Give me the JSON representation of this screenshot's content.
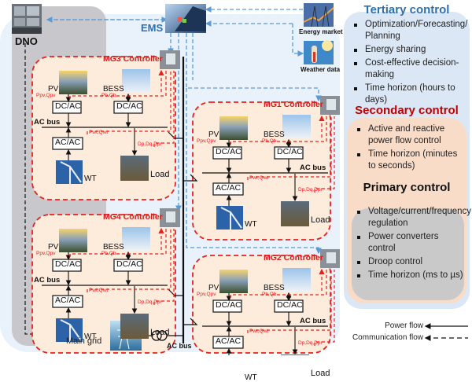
{
  "diagram": {
    "nodes": {
      "dno": "DNO",
      "ems": "EMS",
      "energy_market": "Energy market",
      "weather_data": "Weather data",
      "main_grid": "Main grid",
      "main_ac_bus": "AC bus"
    },
    "microgrids": [
      {
        "id": "mg3",
        "controller": "MG3 Controller",
        "pv": "PV",
        "bess": "BESS",
        "wt": "WT",
        "load": "Load",
        "dcac_pv": "DC/AC",
        "dcac_bess": "DC/AC",
        "acac": "AC/AC",
        "bus": "AC bus",
        "sig_pv": "Ppv,Qpv",
        "sig_bess": "Pb,Qb",
        "sig_wt": "Pwt,Qwt",
        "sig_load": "Dp,Dq,Dpr"
      },
      {
        "id": "mg4",
        "controller": "MG4 Controller",
        "pv": "PV",
        "bess": "BESS",
        "wt": "WT",
        "load": "Load",
        "dcac_pv": "DC/AC",
        "dcac_bess": "DC/AC",
        "acac": "AC/AC",
        "bus": "AC bus",
        "sig_pv": "Ppv,Qpv",
        "sig_bess": "Pb,Qb",
        "sig_wt": "Pwt,Qwt",
        "sig_load": "Dp,Dq,Dpr"
      },
      {
        "id": "mg1",
        "controller": "MG1 Controller",
        "pv": "PV",
        "bess": "BESS",
        "wt": "WT",
        "load": "Load",
        "dcac_pv": "DC/AC",
        "dcac_bess": "DC/AC",
        "acac": "AC/AC",
        "bus": "AC bus",
        "sig_pv": "Ppv,Qpv",
        "sig_bess": "Pb,Qb",
        "sig_wt": "Pwt,Qwt",
        "sig_load": "Dp,Dq,Dpr"
      },
      {
        "id": "mg2",
        "controller": "MG2 Controller",
        "pv": "PV",
        "bess": "BESS",
        "wt": "WT",
        "load": "Load",
        "dcac_pv": "DC/AC",
        "dcac_bess": "DC/AC",
        "acac": "AC/AC",
        "bus": "AC bus",
        "sig_pv": "Ppv,Qpv",
        "sig_bess": "Pb,Qb",
        "sig_wt": "Pwt,Qwt",
        "sig_load": "Dp,Dq,Dpr"
      }
    ]
  },
  "control_levels": {
    "tertiary": {
      "title": "Tertiary control",
      "items": [
        "Optimization/Forecasting/ Planning",
        "Energy sharing",
        "Cost-effective decision-making",
        "Time horizon (hours to days)"
      ]
    },
    "secondary": {
      "title": "Secondary control",
      "items": [
        "Active and reactive power flow control",
        "Time horizon (minutes to seconds)"
      ]
    },
    "primary": {
      "title": "Primary control",
      "items": [
        "Voltage/current/frequency regulation",
        "Power converters control",
        "Droop control",
        "Time horizon (ms to µs)"
      ]
    }
  },
  "legend": {
    "power_flow": "Power flow",
    "communication_flow": "Communication flow"
  },
  "colors": {
    "outer_bg": "#e9f1fa",
    "dno_panel": "#c8c8cc",
    "mg_fill": "#fdebdc",
    "mg_border": "#e8201e",
    "comm_blue": "#5b9bd5",
    "title_blue": "#2e6fb0",
    "title_red": "#c00000",
    "tertiary_bg": "#dbe7f5",
    "secondary_bg": "#f9dcc8",
    "primary_bg": "#c9c9c9"
  }
}
